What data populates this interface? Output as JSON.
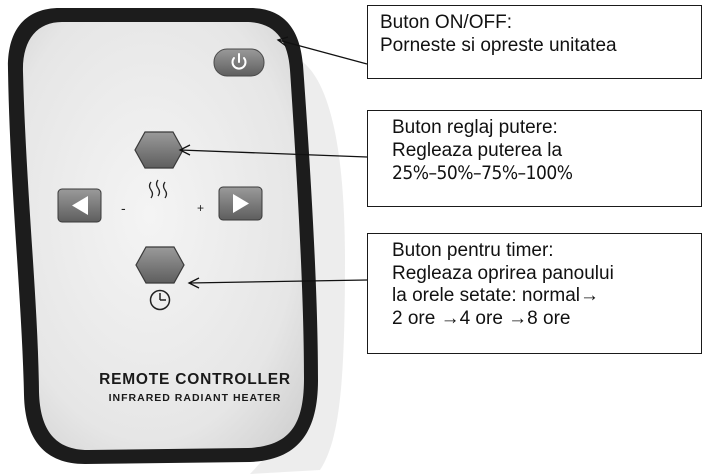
{
  "callouts": {
    "power": {
      "line1": "Buton ON/OFF:",
      "line2": "Porneste si opreste unitatea"
    },
    "heat": {
      "line1": "Buton reglaj putere:",
      "line2": "Regleaza puterea la",
      "line3": "25%–50%–75%–100%"
    },
    "timer": {
      "line1": "Buton pentru timer:",
      "line2": "Regleaza oprirea panoului",
      "line3": "la orele setate: normal→",
      "line4": "2 ore →4 ore →8 ore"
    }
  },
  "remote": {
    "minus_label": "-",
    "plus_label": "+",
    "brand_line1": "REMOTE CONTROLLER",
    "brand_line2": "INFRARED RADIANT HEATER",
    "body_color": "#e9e9e9",
    "rim_color": "#1c1c1c",
    "button_color": "#7a7a7a"
  },
  "icons": [
    "power-icon",
    "heat-waves-icon",
    "left-arrow-icon",
    "right-arrow-icon",
    "clock-icon"
  ]
}
